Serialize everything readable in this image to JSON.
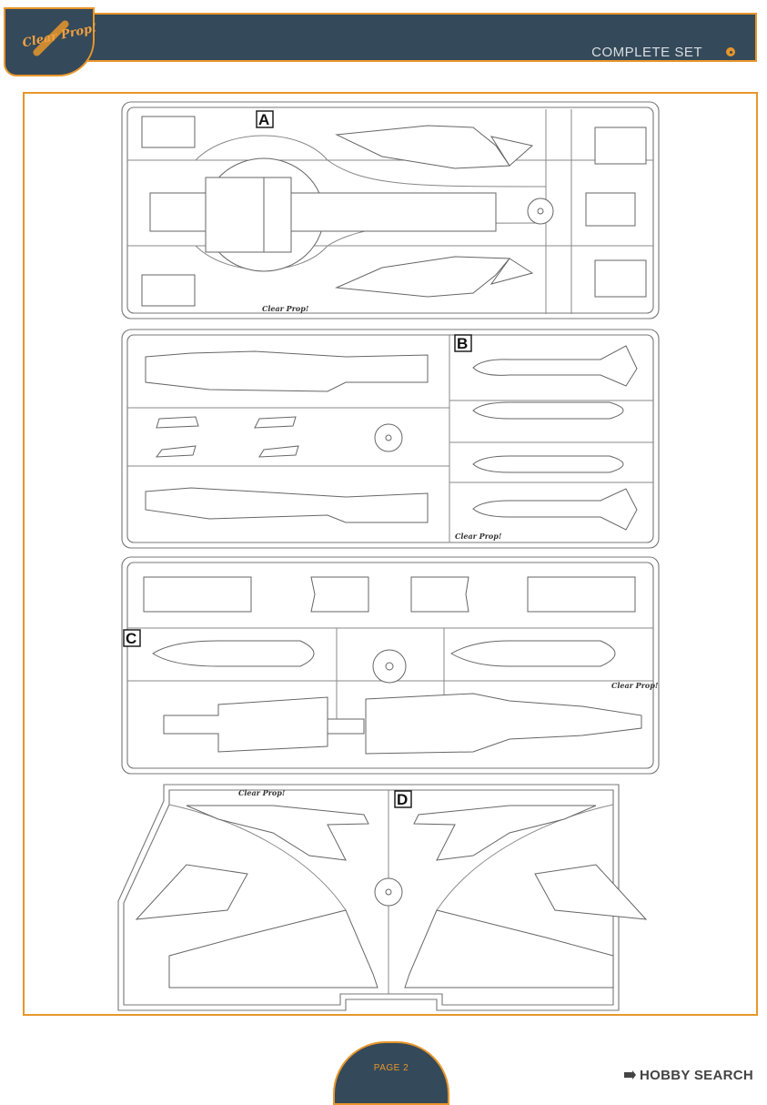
{
  "header": {
    "logo_text": "Clear Prop!",
    "title": "COMPLETE SET"
  },
  "sprues": {
    "a": {
      "letter": "A"
    },
    "b": {
      "letter": "B"
    },
    "c": {
      "letter": "C"
    },
    "d": {
      "letter": "D"
    },
    "brand_tag": "Clear Prop!"
  },
  "footer": {
    "page_label": "PAGE 2",
    "watermark": "HOBBY SEARCH"
  },
  "colors": {
    "header_bg": "#34495a",
    "accent": "#e8962a",
    "line": "#777777"
  }
}
